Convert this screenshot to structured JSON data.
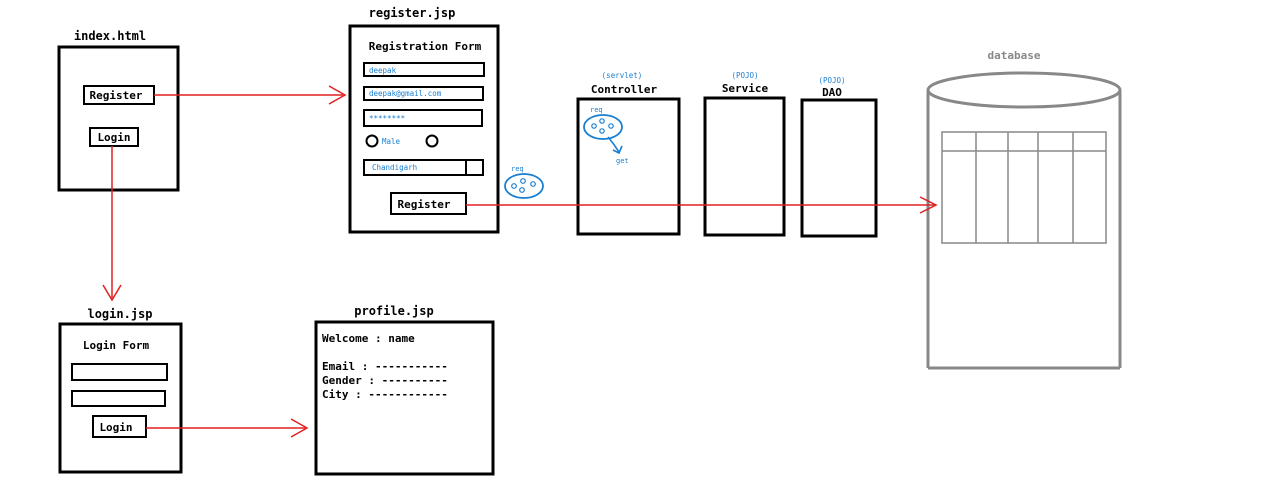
{
  "index": {
    "title": "index.html",
    "register_label": "Register",
    "login_label": "Login"
  },
  "register_page": {
    "title": "register.jsp",
    "form_title": "Registration Form",
    "name_value": "deepak",
    "email_value": "deepak@gmail.com",
    "password_value": "********",
    "gender_male_label": "Male",
    "city_value": "Chandigarh",
    "register_label": "Register"
  },
  "request_label": "req",
  "controller": {
    "tag": "(servlet)",
    "title": "Controller",
    "req_label": "req",
    "get_label": "get"
  },
  "service": {
    "tag": "(POJO)",
    "title": "Service"
  },
  "dao": {
    "tag": "(POJO)",
    "title": "DAO"
  },
  "database": {
    "title": "database"
  },
  "login_page": {
    "title": "login.jsp",
    "form_title": "Login Form",
    "login_label": "Login"
  },
  "profile_page": {
    "title": "profile.jsp",
    "welcome": "Welcome : name",
    "email_line": "Email : -----------",
    "gender_line": "Gender : ----------",
    "city_line": "City : ------------"
  },
  "colors": {
    "arrow": "#e02020",
    "accent": "#1a7fd0",
    "ink": "#000000",
    "db": "#888888"
  }
}
